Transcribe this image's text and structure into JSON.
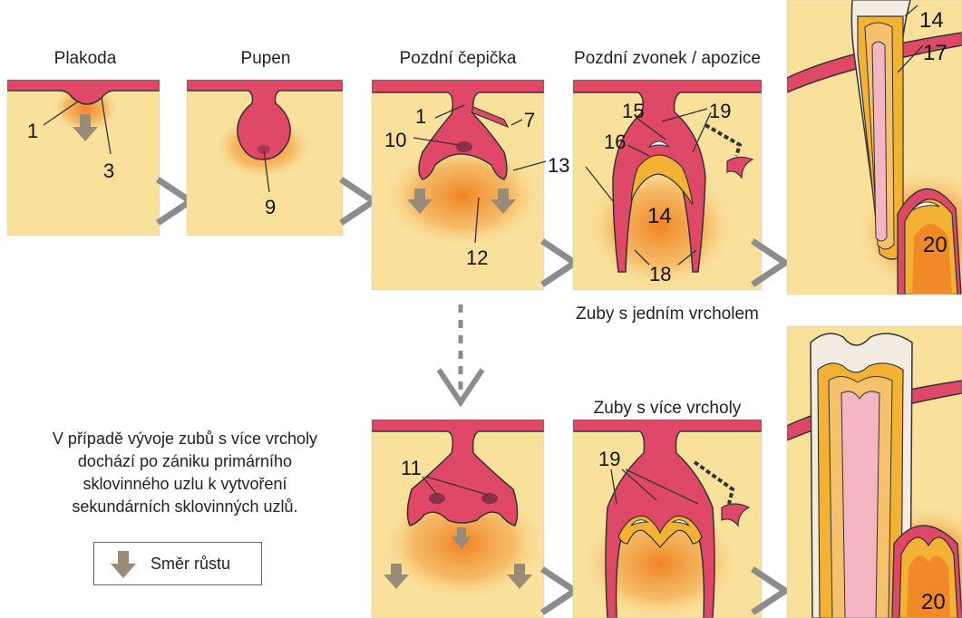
{
  "stages": {
    "top": [
      "Plakoda",
      "Pupen",
      "Pozdní čepička",
      "Pozdní zvonek / apozice"
    ],
    "single_cusp_caption": "Zuby s jedním vrcholem",
    "multi_cusp_caption": "Zuby s více vrcholy"
  },
  "numbers": {
    "n1": "1",
    "n3": "3",
    "n9": "9",
    "n1b": "1",
    "n7": "7",
    "n10": "10",
    "n12": "12",
    "n13": "13",
    "n15": "15",
    "n19": "19",
    "n16": "16",
    "n14": "14",
    "n18": "18",
    "n14b": "14",
    "n17": "17",
    "n20": "20",
    "n11": "11",
    "n19b": "19",
    "n20b": "20"
  },
  "note": {
    "lines": [
      "V případě vývoje zubů s více vrcholy",
      "dochází po zániku primárního",
      "sklovinného uzlu k vytvoření",
      "sekundárních sklovinných uzlů."
    ]
  },
  "legend": {
    "label": "Směr růstu"
  },
  "colors": {
    "mesenchyme": "#f9e19b",
    "epithelium": "#e04868",
    "condensation": "#f28a2a",
    "enamel": "#f3b233",
    "dentin": "#f5c26b",
    "pulp": "#f4b6c2",
    "crown": "#f3ece3",
    "arrow": "#9a8a78",
    "chevron": "#8c8c8c"
  }
}
